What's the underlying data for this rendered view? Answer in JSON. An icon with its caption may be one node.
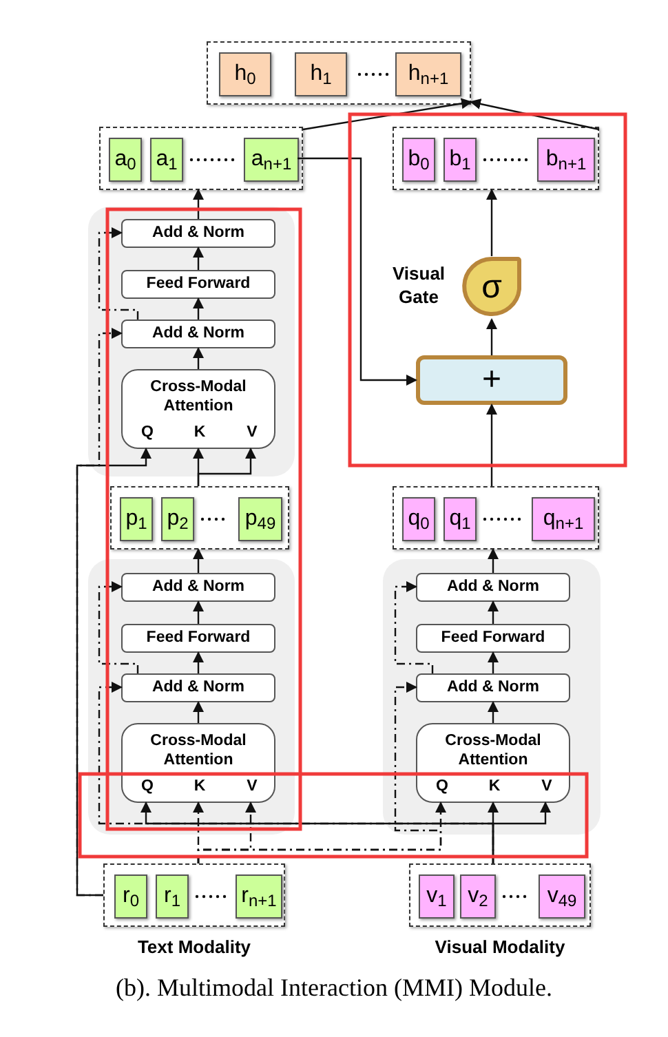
{
  "diagram": {
    "caption": "(b). Multimodal Interaction (MMI) Module.",
    "nodes": [
      {
        "text": [],
        "shape": "box"
      },
      {
        "text": [
          "h$_{0}$"
        ],
        "in": 0
      },
      {
        "text": [
          "h$_{1}$"
        ],
        "in": 0
      },
      {
        "text": [
          "h$_{n+1}$"
        ],
        "in": 0
      },
      {
        "text": [],
        "shape": "box"
      },
      {
        "text": [
          "a$_{0}$"
        ],
        "in": 4
      },
      {
        "text": [
          "a$_{1}$"
        ],
        "in": 4
      },
      {
        "text": [
          "a$_{n+1}$"
        ],
        "in": 4
      },
      {
        "text": [],
        "shape": "box"
      },
      {
        "text": [
          "b$_{0}$"
        ],
        "in": 8
      },
      {
        "text": [
          "b$_{1}$"
        ],
        "in": 8
      },
      {
        "text": [
          "b$_{n+1}$"
        ],
        "in": 8
      },
      {
        "text": [],
        "shape": "box"
      },
      {
        "text": [
          "Add & Norm"
        ],
        "in": 12
      },
      {
        "text": [
          "Feed Forward"
        ],
        "in": 12
      },
      {
        "text": [
          "Add & Norm"
        ],
        "in": 12
      },
      {
        "text": [
          "Cross-Modal Attention",
          "Q",
          "K",
          "V"
        ],
        "in": 12
      },
      {
        "text": [
          "σ"
        ],
        "beside": [
          "Visual Gate"
        ]
      },
      {
        "text": [
          "+"
        ]
      },
      {
        "text": [],
        "shape": "box"
      },
      {
        "text": [
          "p$_{1}$"
        ],
        "in": 19
      },
      {
        "text": [
          "p$_{2}$"
        ],
        "in": 19
      },
      {
        "text": [
          "p$_{49}$"
        ],
        "in": 19
      },
      {
        "text": [],
        "shape": "box"
      },
      {
        "text": [
          "q$_{0}$"
        ],
        "in": 23
      },
      {
        "text": [
          "q$_{1}$"
        ],
        "in": 23
      },
      {
        "text": [
          "q$_{n+1}$"
        ],
        "in": 23
      },
      {
        "text": [],
        "shape": "box"
      },
      {
        "text": [
          "Add & Norm"
        ],
        "in": 27
      },
      {
        "text": [
          "Feed Forward"
        ],
        "in": 27
      },
      {
        "text": [
          "Add & Norm"
        ],
        "in": 27
      },
      {
        "text": [
          "Cross-Modal Attention",
          "Q",
          "K",
          "V"
        ],
        "in": 27
      },
      {
        "text": [],
        "shape": "box"
      },
      {
        "text": [
          "Add & Norm"
        ],
        "in": 32
      },
      {
        "text": [
          "Feed Forward"
        ],
        "in": 32
      },
      {
        "text": [
          "Add & Norm"
        ],
        "in": 32
      },
      {
        "text": [
          "Cross-Modal Attention",
          "Q",
          "K",
          "V"
        ],
        "in": 32
      },
      {
        "text": [],
        "shape": "box",
        "beside": [
          "Text Modality"
        ]
      },
      {
        "text": [
          "r$_{0}$"
        ],
        "in": 37
      },
      {
        "text": [
          "r$_{1}$"
        ],
        "in": 37
      },
      {
        "text": [
          "r$_{n+1}$"
        ],
        "in": 37
      },
      {
        "text": [],
        "shape": "box",
        "beside": [
          "Visual Modality"
        ]
      },
      {
        "text": [
          "v$_{1}$"
        ],
        "in": 41
      },
      {
        "text": [
          "v$_{2}$"
        ],
        "in": 41
      },
      {
        "text": [
          "v$_{49}$"
        ],
        "in": 41
      }
    ],
    "edges": [
      {
        "from": 4,
        "to": 0,
        "arrow": "to"
      },
      {
        "from": 8,
        "to": 0,
        "arrow": "to"
      },
      {
        "from": 13,
        "to": 4,
        "arrow": "to"
      },
      {
        "from": 14,
        "to": 13,
        "arrow": "to"
      },
      {
        "from": 15,
        "to": 14,
        "arrow": "to"
      },
      {
        "from": 16,
        "to": 15,
        "arrow": "to"
      },
      {
        "from": 15,
        "to": 13,
        "arrow": "to",
        "style": "dashed"
      },
      {
        "from": 37,
        "to": 15,
        "arrow": "to",
        "style": "dashed"
      },
      {
        "from": 37,
        "to": 16,
        "arrow": "to"
      },
      {
        "from": 19,
        "to": 16,
        "arrow": "to"
      },
      {
        "from": 19,
        "to": 16,
        "arrow": "to"
      },
      {
        "from": 7,
        "to": 18,
        "arrow": "to"
      },
      {
        "from": 18,
        "to": 17,
        "arrow": "to"
      },
      {
        "from": 17,
        "to": 8,
        "arrow": "to"
      },
      {
        "from": 23,
        "to": 18,
        "arrow": "to"
      },
      {
        "from": 28,
        "to": 19,
        "arrow": "to"
      },
      {
        "from": 29,
        "to": 28,
        "arrow": "to"
      },
      {
        "from": 30,
        "to": 29,
        "arrow": "to"
      },
      {
        "from": 31,
        "to": 30,
        "arrow": "to"
      },
      {
        "from": 30,
        "to": 28,
        "arrow": "to",
        "style": "dashed"
      },
      {
        "from": 41,
        "to": 30,
        "arrow": "to",
        "style": "dashed"
      },
      {
        "from": 33,
        "to": 23,
        "arrow": "to"
      },
      {
        "from": 34,
        "to": 33,
        "arrow": "to"
      },
      {
        "from": 35,
        "to": 34,
        "arrow": "to"
      },
      {
        "from": 36,
        "to": 35,
        "arrow": "to"
      },
      {
        "from": 35,
        "to": 33,
        "arrow": "to",
        "style": "dashed"
      },
      {
        "from": 37,
        "to": 35,
        "arrow": "to",
        "style": "dashed"
      },
      {
        "from": 41,
        "to": 31,
        "arrow": "to"
      },
      {
        "from": 41,
        "to": 36,
        "arrow": "to"
      },
      {
        "from": 41,
        "to": 36,
        "arrow": "to"
      },
      {
        "from": 37,
        "to": 31,
        "arrow": "to",
        "style": "dashed"
      },
      {
        "from": 37,
        "to": 31,
        "arrow": "to",
        "style": "dashed"
      },
      {
        "from": 37,
        "to": 36,
        "arrow": "to",
        "style": "dashed"
      }
    ]
  }
}
